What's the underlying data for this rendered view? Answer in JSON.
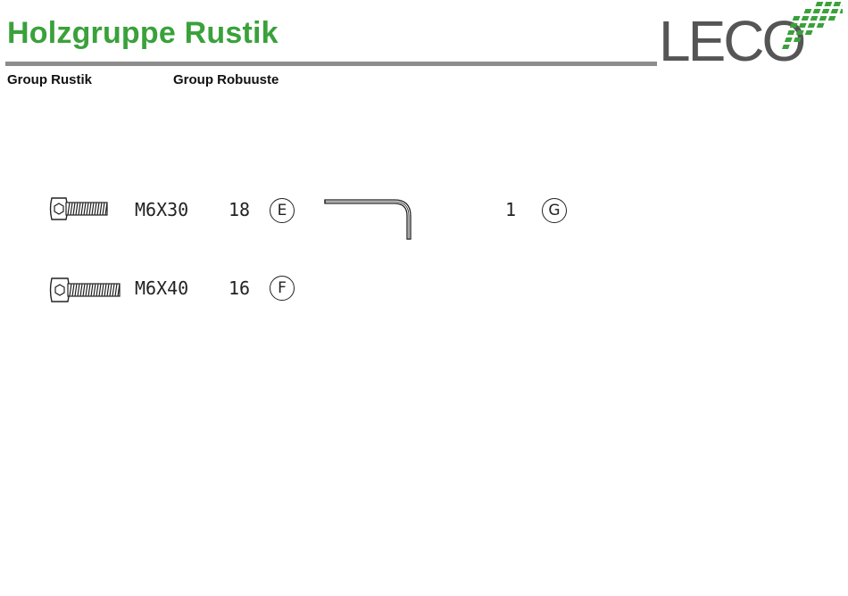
{
  "header": {
    "title": "Holzgruppe Rustik",
    "subtitle_1": "Group Rustik",
    "subtitle_2": "Group Robuuste",
    "brand_color": "#3aa13b",
    "rule_color": "#8c8c8c"
  },
  "logo": {
    "text": "LECO",
    "text_color": "#555555",
    "accent_color": "#3aa13b"
  },
  "parts": [
    {
      "icon": "bolt-icon",
      "code": "M6X30",
      "quantity": "18",
      "label": "E"
    },
    {
      "icon": "bolt-icon",
      "code": "M6X40",
      "quantity": "16",
      "label": "F"
    },
    {
      "icon": "hex-key-icon",
      "code": "",
      "quantity": "1",
      "label": "G"
    }
  ]
}
